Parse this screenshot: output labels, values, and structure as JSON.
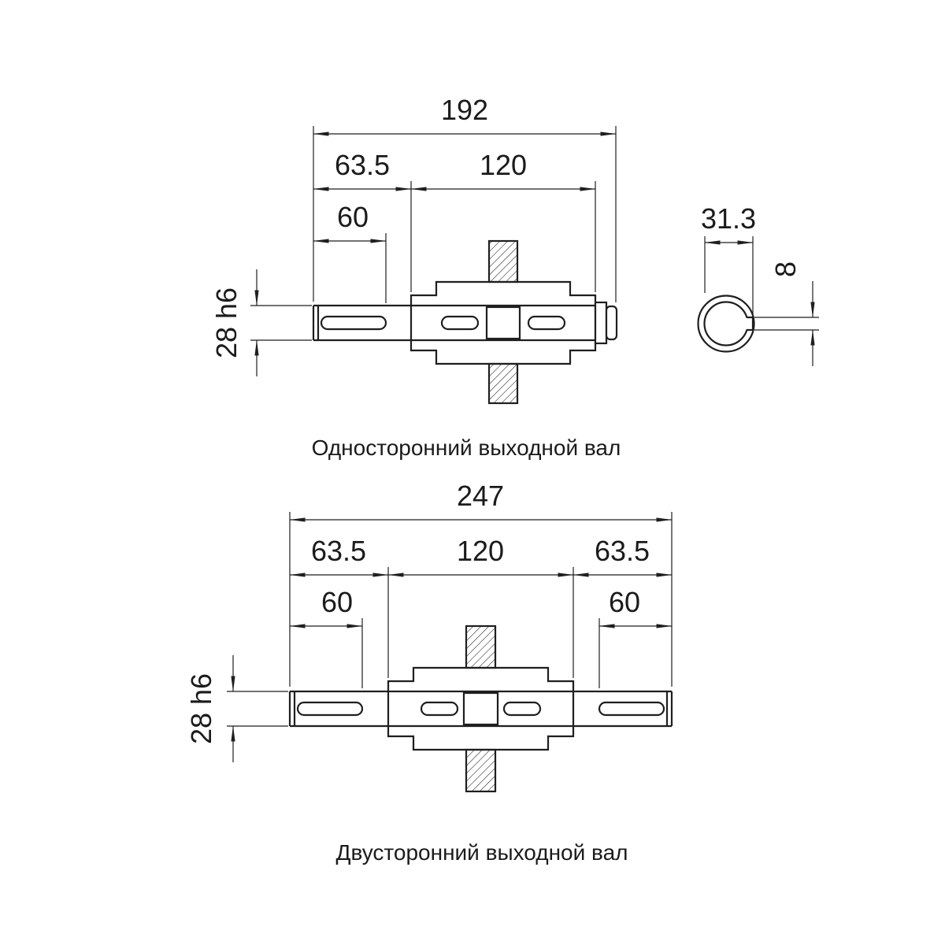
{
  "drawing": {
    "background": "#ffffff",
    "line_color": "#1f1f1f"
  },
  "single_sided": {
    "caption": "Односторонний выходной вал",
    "dims": {
      "overall_length": "192",
      "shaft_extension": "63.5",
      "housing_width": "120",
      "keyway_length": "60",
      "shaft_diameter": "28 h6"
    },
    "end_view": {
      "keyway_depth": "31.3",
      "keyway_width": "8"
    }
  },
  "double_sided": {
    "caption": "Двусторонний выходной вал",
    "dims": {
      "overall_length": "247",
      "shaft_extension_left": "63.5",
      "housing_width": "120",
      "shaft_extension_right": "63.5",
      "keyway_length_left": "60",
      "keyway_length_right": "60",
      "shaft_diameter": "28 h6"
    }
  }
}
